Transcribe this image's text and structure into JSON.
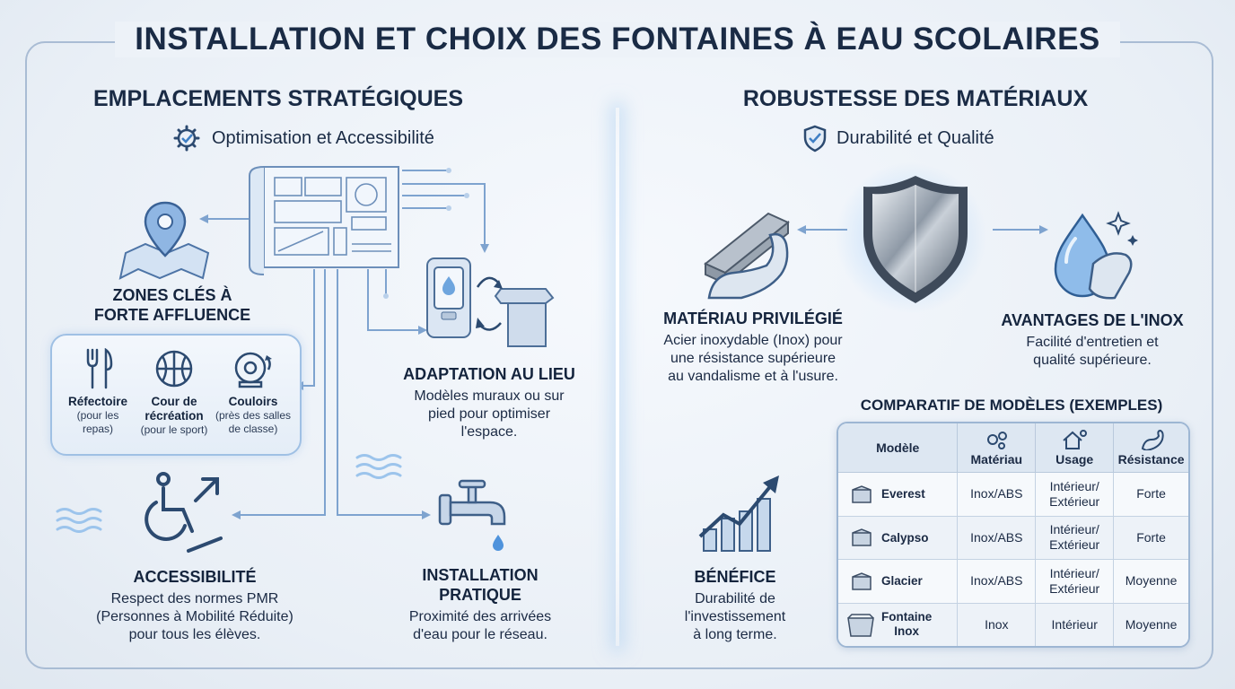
{
  "title": "INSTALLATION ET CHOIX DES FONTAINES À EAU SCOLAIRES",
  "left": {
    "heading": "EMPLACEMENTS STRATÉGIQUES",
    "subheading": "Optimisation et Accessibilité",
    "zones": {
      "title_line1": "ZONES CLÉS À",
      "title_line2": "FORTE AFFLUENCE",
      "items": [
        {
          "label": "Réfectoire",
          "detail_line1": "(pour les",
          "detail_line2": "repas)",
          "icon": "fork-knife-icon"
        },
        {
          "label": "Cour de",
          "label_line2": "récréation",
          "detail_line1": "(pour le sport)",
          "icon": "basketball-icon"
        },
        {
          "label": "Couloirs",
          "detail_line1": "(près des salles",
          "detail_line2": "de classe)",
          "icon": "bell-icon"
        }
      ]
    },
    "adaptation": {
      "title": "ADAPTATION AU LIEU",
      "line1": "Modèles muraux ou sur",
      "line2": "pied pour optimiser",
      "line3": "l'espace."
    },
    "accessibility": {
      "title": "ACCESSIBILITÉ",
      "line1": "Respect des normes PMR",
      "line2": "(Personnes à Mobilité Réduite)",
      "line3": "pour tous les élèves."
    },
    "installation": {
      "title_line1": "INSTALLATION",
      "title_line2": "PRATIQUE",
      "line1": "Proximité des arrivées",
      "line2": "d'eau pour le réseau."
    }
  },
  "right": {
    "heading": "ROBUSTESSE DES MATÉRIAUX",
    "subheading": "Durabilité et Qualité",
    "material": {
      "title": "MATÉRIAU PRIVILÉGIÉ",
      "line1": "Acier inoxydable (Inox) pour",
      "line2": "une résistance supérieure",
      "line3": "au vandalisme et à l'usure."
    },
    "advantages": {
      "title": "AVANTAGES DE L'INOX",
      "line1": "Facilité d'entretien et",
      "line2": "qualité supérieure."
    },
    "benefit": {
      "title": "BÉNÉFICE",
      "line1": "Durabilité de",
      "line2": "l'investissement",
      "line3": "à long terme."
    },
    "comparison": {
      "title": "COMPARATIF DE MODÈLES (EXEMPLES)",
      "headers": [
        "Modèle",
        "Matériau",
        "Usage",
        "Résistance"
      ],
      "rows": [
        {
          "model": "Everest",
          "material": "Inox/ABS",
          "usage_line1": "Intérieur/",
          "usage_line2": "Extérieur",
          "resistance": "Forte"
        },
        {
          "model": "Calypso",
          "material": "Inox/ABS",
          "usage_line1": "Intérieur/",
          "usage_line2": "Extérieur",
          "resistance": "Forte"
        },
        {
          "model": "Glacier",
          "material": "Inox/ABS",
          "usage_line1": "Intérieur/",
          "usage_line2": "Extérieur",
          "resistance": "Moyenne"
        },
        {
          "model": "Fontaine",
          "model_line2": "Inox",
          "material": "Inox",
          "usage_line1": "Intérieur",
          "usage_line2": "",
          "resistance": "Moyenne"
        }
      ]
    }
  },
  "colors": {
    "accent": "#3f7fc4",
    "dark": "#1a2b45",
    "light_blue": "#9fc0e4"
  }
}
